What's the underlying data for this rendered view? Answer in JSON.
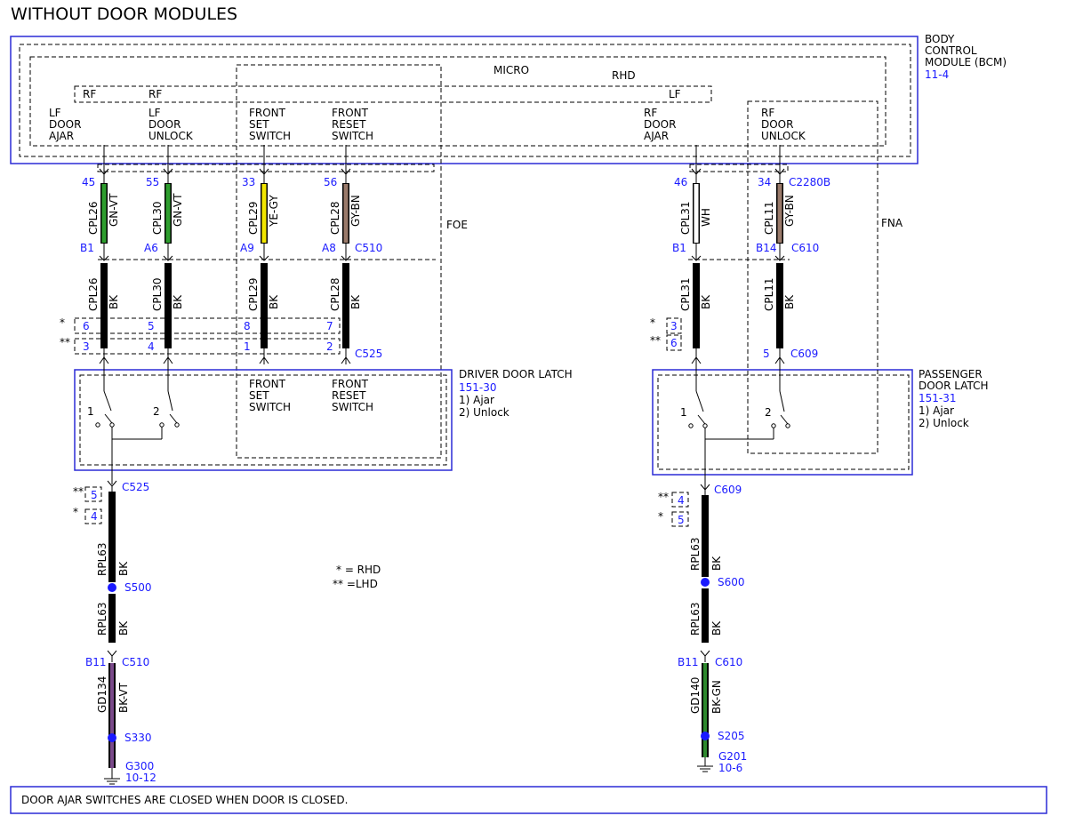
{
  "title": "WITHOUT DOOR MODULES",
  "colors": {
    "connector_blue": "#1a1aff",
    "box_border": "#2b2bd6",
    "box_fill": "#f2f2f2"
  },
  "bcm": {
    "name": [
      "BODY",
      "CONTROL",
      "MODULE (BCM)"
    ],
    "ref": "11-4",
    "micro": "MICRO",
    "rhd": "RHD",
    "rf_a": "RF",
    "rf_b": "RF",
    "lf": "LF",
    "lf_door_ajar": [
      "LF",
      "DOOR",
      "AJAR"
    ],
    "lf_door_unlock": [
      "LF",
      "DOOR",
      "UNLOCK"
    ],
    "front_set_switch": [
      "FRONT",
      "SET",
      "SWITCH"
    ],
    "front_reset_switch": [
      "FRONT",
      "RESET",
      "SWITCH"
    ],
    "rf_door_ajar": [
      "RF",
      "DOOR",
      "AJAR"
    ],
    "rf_door_unlock": [
      "RF",
      "DOOR",
      "UNLOCK"
    ]
  },
  "foe": "FOE",
  "fna": "FNA",
  "wires": [
    {
      "pin": "45",
      "circuit": "CPL26",
      "color": "GN-VT",
      "inline_pin": "B1",
      "lower_circuit": "CPL26",
      "lower_color": "BK",
      "fill": "#2e9e2e"
    },
    {
      "pin": "55",
      "circuit": "CPL30",
      "color": "GN-VT",
      "inline_pin": "A6",
      "lower_circuit": "CPL30",
      "lower_color": "BK",
      "fill": "#2e9e2e"
    },
    {
      "pin": "33",
      "circuit": "CPL29",
      "color": "YE-GY",
      "inline_pin": "A9",
      "lower_circuit": "CPL29",
      "lower_color": "BK",
      "fill": "#f2e600"
    },
    {
      "pin": "56",
      "circuit": "CPL28",
      "color": "GY-BN",
      "inline_pin": "A8",
      "lower_circuit": "CPL28",
      "lower_color": "BK",
      "fill": "#9a7a6a"
    },
    {
      "pin": "46",
      "circuit": "CPL31",
      "color": "WH",
      "inline_pin": "B1",
      "lower_circuit": "CPL31",
      "lower_color": "BK",
      "fill": "#ffffff"
    },
    {
      "pin": "34",
      "circuit": "CPL11",
      "color": "GY-BN",
      "inline_pin": "B14",
      "lower_circuit": "CPL11",
      "lower_color": "BK",
      "fill": "#9a7a6a"
    }
  ],
  "connectors": {
    "c2280b": "C2280B",
    "c510": "C510",
    "c610": "C610",
    "c525": "C525",
    "c609": "C609"
  },
  "driver_pins": {
    "rhd": [
      "6",
      "5",
      "8",
      "7"
    ],
    "lhd": [
      "3",
      "4",
      "1",
      "2"
    ]
  },
  "pass_pins": {
    "rhd": "3",
    "lhd": "6",
    "c609_pin": "5"
  },
  "markers": {
    "single": "*",
    "double": "**"
  },
  "driver_latch": {
    "name": "DRIVER DOOR LATCH",
    "ref": "151-30",
    "notes": [
      "1) Ajar",
      "2) Unlock"
    ],
    "sw1": "1",
    "sw2": "2",
    "front_set_switch": [
      "FRONT",
      "SET",
      "SWITCH"
    ],
    "front_reset_switch": [
      "FRONT",
      "RESET",
      "SWITCH"
    ]
  },
  "passenger_latch": {
    "name": [
      "PASSENGER",
      "DOOR LATCH"
    ],
    "ref": "151-31",
    "notes": [
      "1) Ajar",
      "2) Unlock"
    ],
    "sw1": "1",
    "sw2": "2"
  },
  "driver_ground": {
    "connector": "C525",
    "lhd_pin": "5",
    "rhd_pin": "4",
    "circuit1": "RPL63",
    "color1": "BK",
    "splice1": "S500",
    "circuit2": "RPL63",
    "color2": "BK",
    "pin": "B11",
    "conn2": "C510",
    "circuit3": "GD134",
    "color3": "BK-VT",
    "splice2": "S330",
    "ground": "G300",
    "ground_ref": "10-12"
  },
  "passenger_ground": {
    "connector": "C609",
    "lhd_pin": "4",
    "rhd_pin": "5",
    "circuit1": "RPL63",
    "color1": "BK",
    "splice1": "S600",
    "circuit2": "RPL63",
    "color2": "BK",
    "pin": "B11",
    "conn2": "C610",
    "circuit3": "GD140",
    "color3": "BK-GN",
    "splice2": "S205",
    "ground": "G201",
    "ground_ref": "10-6"
  },
  "legend": {
    "rhd": "* = RHD",
    "lhd": "** =LHD"
  },
  "note": "DOOR AJAR SWITCHES ARE CLOSED WHEN DOOR IS CLOSED."
}
